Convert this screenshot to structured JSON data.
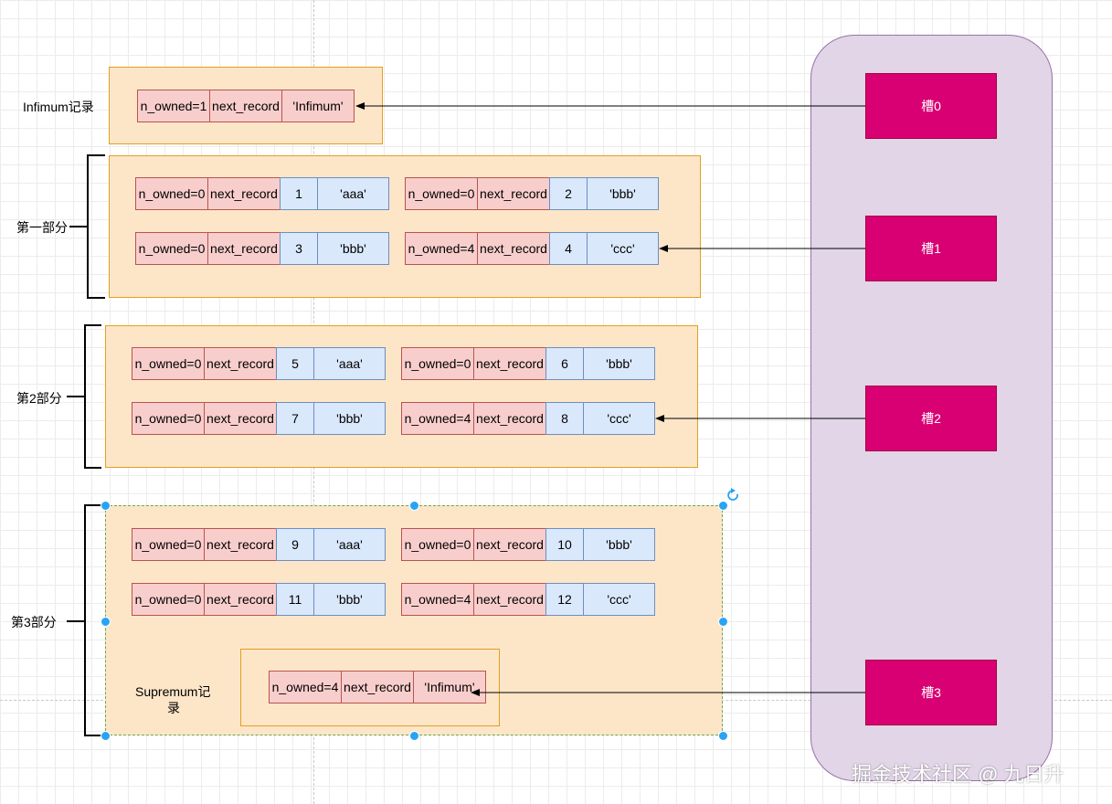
{
  "infimum": {
    "label": "Infimum记录",
    "cells": [
      "n_owned=1",
      "next_record",
      "'Infimum'"
    ]
  },
  "parts": [
    {
      "label": "第一部分",
      "records": [
        {
          "n_owned": "n_owned=0",
          "next": "next_record",
          "id": "1",
          "value": "'aaa'"
        },
        {
          "n_owned": "n_owned=0",
          "next": "next_record",
          "id": "2",
          "value": "'bbb'"
        },
        {
          "n_owned": "n_owned=0",
          "next": "next_record",
          "id": "3",
          "value": "'bbb'"
        },
        {
          "n_owned": "n_owned=4",
          "next": "next_record",
          "id": "4",
          "value": "'ccc'"
        }
      ]
    },
    {
      "label": "第2部分",
      "records": [
        {
          "n_owned": "n_owned=0",
          "next": "next_record",
          "id": "5",
          "value": "'aaa'"
        },
        {
          "n_owned": "n_owned=0",
          "next": "next_record",
          "id": "6",
          "value": "'bbb'"
        },
        {
          "n_owned": "n_owned=0",
          "next": "next_record",
          "id": "7",
          "value": "'bbb'"
        },
        {
          "n_owned": "n_owned=4",
          "next": "next_record",
          "id": "8",
          "value": "'ccc'"
        }
      ]
    },
    {
      "label": "第3部分",
      "records": [
        {
          "n_owned": "n_owned=0",
          "next": "next_record",
          "id": "9",
          "value": "'aaa'"
        },
        {
          "n_owned": "n_owned=0",
          "next": "next_record",
          "id": "10",
          "value": "'bbb'"
        },
        {
          "n_owned": "n_owned=0",
          "next": "next_record",
          "id": "11",
          "value": "'bbb'"
        },
        {
          "n_owned": "n_owned=4",
          "next": "next_record",
          "id": "12",
          "value": "'ccc'"
        }
      ]
    }
  ],
  "supremum": {
    "label_line1": "Supremum记",
    "label_line2": "录",
    "cells": [
      "n_owned=4",
      "next_record",
      "'Infimum'"
    ]
  },
  "slots": [
    "槽0",
    "槽1",
    "槽2",
    "槽3"
  ],
  "watermark": "掘金技术社区 @ 九日升",
  "colors": {
    "group_fill": "#fde6c8",
    "record_red": "#f8cecc",
    "record_blue": "#dae8fc",
    "slot_panel": "#e1d5e7",
    "slot_fill": "#d80073",
    "selection": "#29a3f4"
  }
}
